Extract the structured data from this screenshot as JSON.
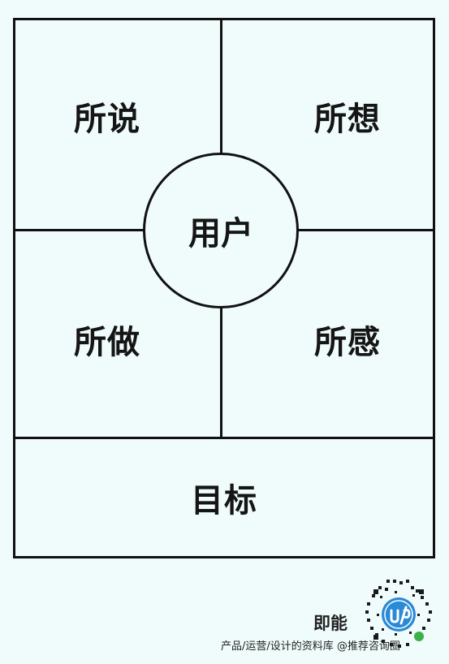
{
  "diagram": {
    "quadrants": {
      "top_left": "所说",
      "top_right": "所想",
      "bottom_left": "所做",
      "bottom_right": "所感"
    },
    "center": "用户",
    "bottom": "目标"
  },
  "footer": {
    "brand": "即能",
    "tagline": "产品/运营/设计的资料库 @推荐咨询圈"
  },
  "colors": {
    "background": "#f0fcfb",
    "line": "#111111",
    "qr_accent": "#2a8ad6"
  },
  "icons": {
    "qr": "qr-code-icon"
  }
}
